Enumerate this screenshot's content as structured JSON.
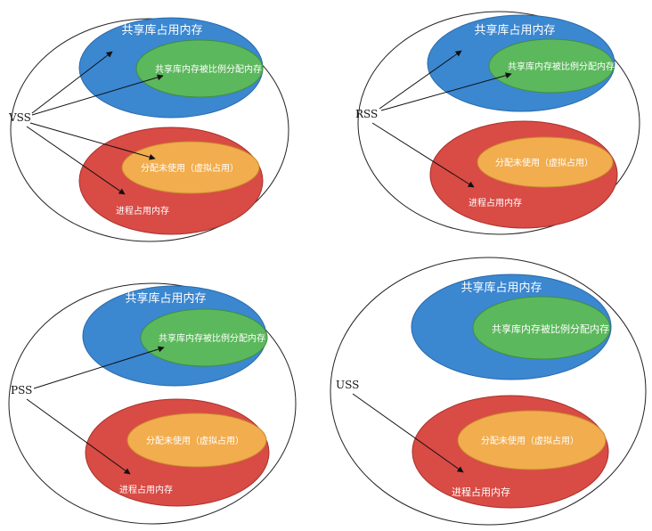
{
  "colors": {
    "shared": "#3b87d0",
    "shared_part": "#5cb85c",
    "process": "#d94b45",
    "unused": "#f2ad4e",
    "outline": "#222222",
    "text_light": "#ffffff",
    "text_dark": "#111111"
  },
  "panels": [
    {
      "metric": "VSS",
      "shared_lib_label": "共享库占用内存",
      "shared_part_label": "共享库内存被比例分配内存",
      "unused_label": "分配未使用（虚拟占用）",
      "process_label": "进程占用内存"
    },
    {
      "metric": "RSS",
      "shared_lib_label": "共享库占用内存",
      "shared_part_label": "共享库内存被比例分配内存",
      "unused_label": "分配未使用（虚拟占用）",
      "process_label": "进程占用内存"
    },
    {
      "metric": "PSS",
      "shared_lib_label": "共享库占用内存",
      "shared_part_label": "共享库内存被比例分配内存",
      "unused_label": "分配未使用（虚拟占用）",
      "process_label": "进程占用内存"
    },
    {
      "metric": "USS",
      "shared_lib_label": "共享库占用内存",
      "shared_part_label": "共享库内存被比例分配内存",
      "unused_label": "分配未使用（虚拟占用）",
      "process_label": "进程占用内存"
    }
  ]
}
